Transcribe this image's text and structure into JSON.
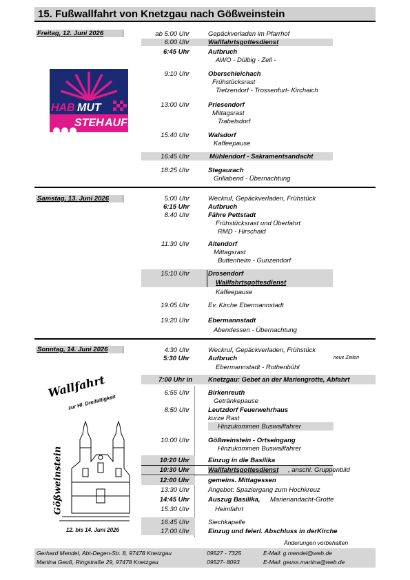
{
  "title": "15.  Fußwallfahrt von Knetzgau nach Gößweinstein",
  "days": [
    {
      "label": "Freitag, 12. Juni 2026"
    },
    {
      "label": "Samstag, 13. Juni 2026"
    },
    {
      "label": "Sonntag, 14. Juni 2026"
    }
  ],
  "logo": {
    "hab": "HAB",
    "mut": "MUT",
    "steh": "STEH",
    "auf": "AUF!"
  },
  "emblem": {
    "line1": "Wallfahrt",
    "line2": "zur Hl. Dreifaltigkeit",
    "side": "Gößweinstein",
    "dates": "12. bis 14. Juni 2026"
  },
  "rows": {
    "r1t": "ab 5:00 Uhr",
    "r1d": "Gepäckverladen im Pfarrhof",
    "r2t": "6:00 Uhr",
    "r2d": "Wallfahrtsgottesdienst",
    "r3t": "6:45 Uhr",
    "r3d": "Aufbruch",
    "r3s": "AWO - Dülbig - Zell -",
    "r4t": "9:10 Uhr",
    "r4d": "Oberschleichach",
    "r4s": "Frühstücksrast",
    "r4s2": "Tretzendorf - Trossenfurt- Kirchaich",
    "r5t": "13:00 Uhr",
    "r5d": "Priesendorf",
    "r5s": "Mittagsrast",
    "r5s2": "Trabelsdorf",
    "r6t": "15:40 Uhr",
    "r6d": "Walsdorf",
    "r6s": "Kaffeepause",
    "r7t": "16:45 Uhr",
    "r7d": "Mühlendorf - Sakramentsandacht",
    "r8t": "18:25 Uhr",
    "r8d": "Stegaurach",
    "r8s": "Grillabend - Übernachtung",
    "s1t": "5:00 Uhr",
    "s1d": "Weckruf, Gepäckverladen, Frühstück",
    "s2t": "6:15 Uhr",
    "s2d": "Aufbruch",
    "s3t": "8:40 Uhr",
    "s3d": "Fähre Pettstadt",
    "s3s": "Frühstücksrast und Überfahrt",
    "s3s2": "RMD - Hirschaid",
    "s4t": "11:30 Uhr",
    "s4d": "Altendorf",
    "s4s": "Mittagsrast",
    "s4s2": "Buttenheim - Gunzendorf",
    "s5t": "15:10 Uhr",
    "s5d": "Drosendorf",
    "s5s": "Wallfahrtsgottesdienst",
    "s5s2": "Kaffeepause",
    "s6t": "19:05 Uhr",
    "s6d": "Ev. Kirche Ebermannstadt",
    "s7t": "19:20 Uhr",
    "s7d": "Ebermannstadt",
    "s7s": "Abendessen - Übernachtung",
    "u1t": "4:30 Uhr",
    "u1d": "Weckruf, Gepäckverladen, Frühstück",
    "u2t": "5:30 Uhr",
    "u2d": "Aufbruch",
    "u2s": "Ebermannstadt - Rothenbühl",
    "u2n": "neue Zeiten",
    "u3t": "7:00 Uhr    in",
    "u3d": "Knetzgau: Gebet an der Mariengrotte,  Abfahrt",
    "u4t": "6:55 Uhr",
    "u4d": "Birkenreuth",
    "u4s": "Getränkepause",
    "u5t": "8:50 Uhr",
    "u5d": "Leutzdorf Feuerwehrhaus",
    "u5s": "kurze Rast",
    "u5s2": "Hinzukommen Buswallfahrer",
    "u6t": "10:00 Uhr",
    "u6d": "Gößweinstein - Ortseingang",
    "u6s": "Hinzukommen Buswallfahrer",
    "u7t": "10:20 Uhr",
    "u7d": "Einzug in die Basilika",
    "u8t": "10:30 Uhr",
    "u8d": "Wallfahrtsgottesdienst",
    "u8s": ", anschl. Gruppenbild",
    "u9t": "12:00 Uhr",
    "u9d": "gemeins. Mittagessen",
    "u10t": "13:30 Uhr",
    "u10d": "Angebot: Spaziergang zum Hochkreuz",
    "u11t": "14:45 Uhr",
    "u11d": "Auszug Basilika,",
    "u11s": "Marienandacht-Grotte",
    "u12t": "15:30 Uhr",
    "u12d": "Heimfahrt",
    "u13t": "16:45 Uhr",
    "u13d": "Siechkapelle",
    "u14t": "17:00 Uhr",
    "u14d": "Einzug und feierl. Abschluss in derKirche",
    "changes": "Änderungen vorbehalten"
  },
  "footer": {
    "c1name": "Gerhard Mendel, Abt-Degen-Str. 8, 97478 Knetzgau",
    "c1phone": "09527 - 7325",
    "c1mail": "E-Mail: g.mendel@web.de",
    "c2name": "Martina Geuß, Ringstraße 29, 97478 Knetzgau",
    "c2phone": "09527- 8093",
    "c2mail": "E-Mail: geuss.martina@web.de"
  },
  "colors": {
    "logo_bg": "#1a2a72",
    "logo_pink": "#e01a8a",
    "bar_grey": "#d0d0d0"
  }
}
